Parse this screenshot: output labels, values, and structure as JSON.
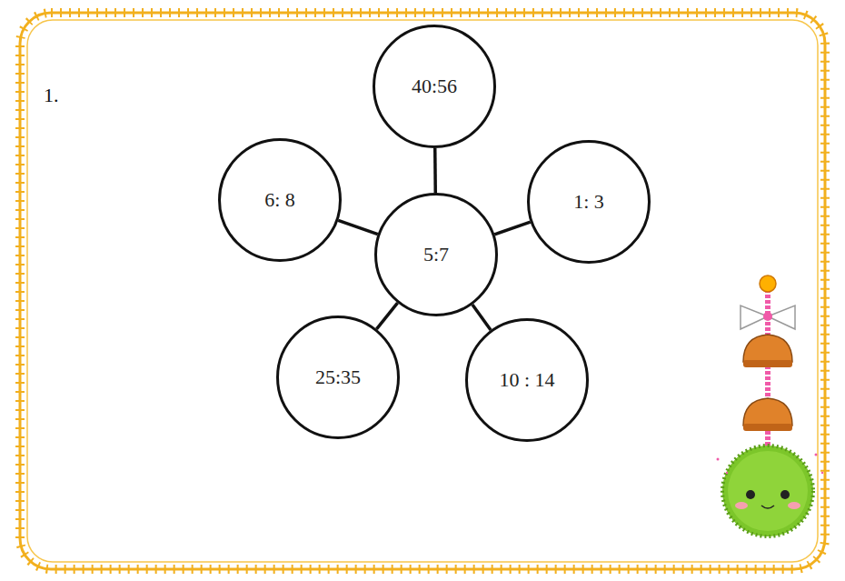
{
  "diagram": {
    "nodes": [
      {
        "text": [
          "40:56"
        ]
      },
      {
        "text": [
          "6: 8"
        ]
      },
      {
        "text": [
          "1: 3"
        ]
      },
      {
        "text": [
          "5:7"
        ]
      },
      {
        "text": [
          "25:35"
        ]
      },
      {
        "text": [
          "10 : 14"
        ]
      }
    ],
    "edges": [
      {
        "from": 3,
        "to": 0,
        "arrow": "none"
      },
      {
        "from": 3,
        "to": 1,
        "arrow": "none"
      },
      {
        "from": 3,
        "to": 2,
        "arrow": "none"
      },
      {
        "from": 3,
        "to": 4,
        "arrow": "none"
      },
      {
        "from": 3,
        "to": 5,
        "arrow": "none"
      }
    ],
    "labels": [
      "1."
    ]
  }
}
